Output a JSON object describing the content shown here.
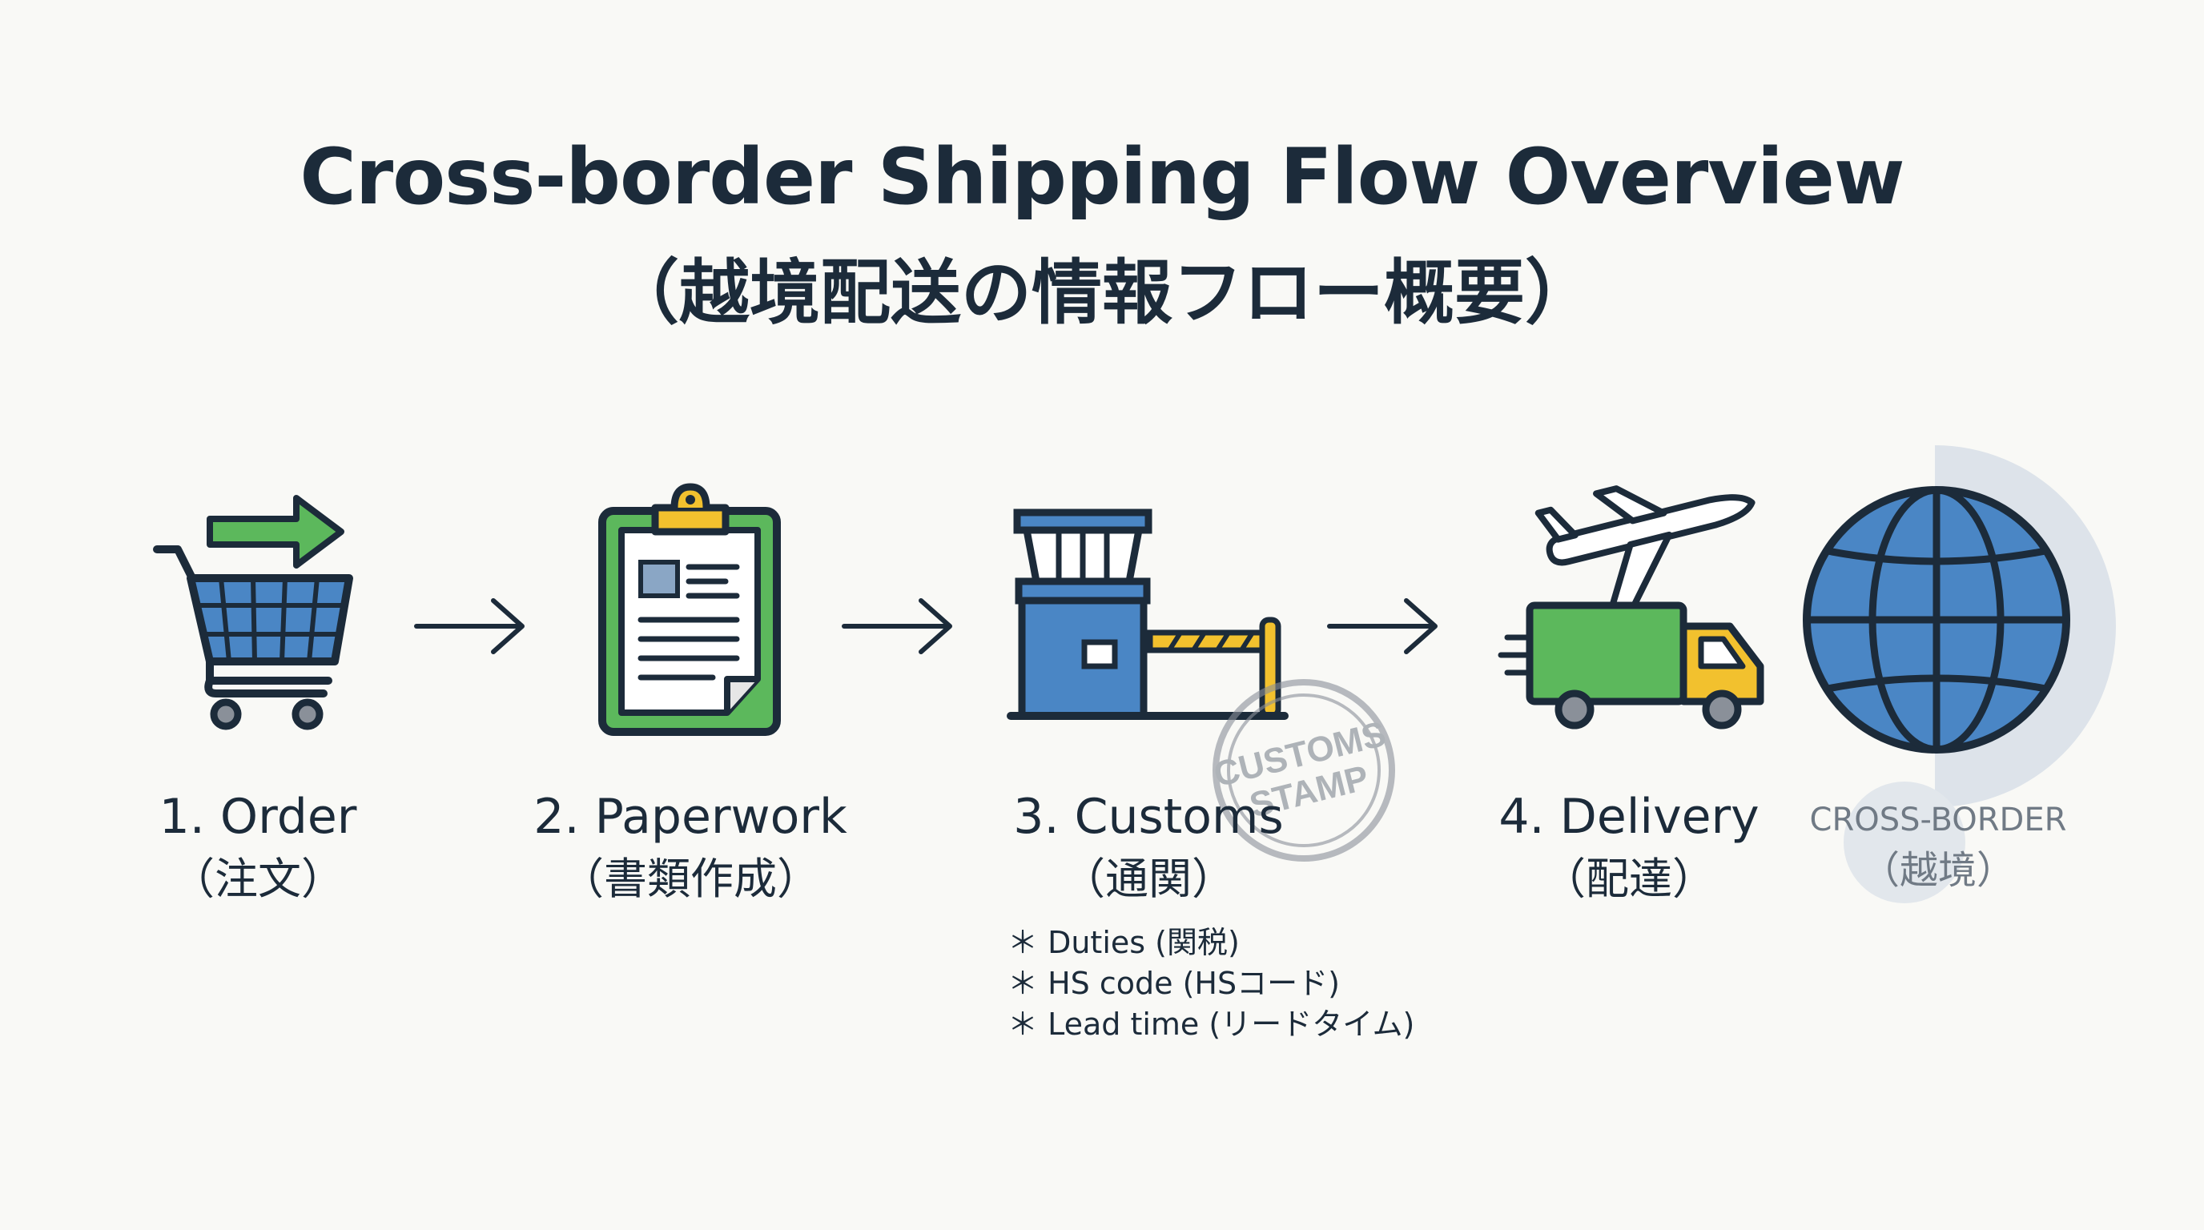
{
  "title": {
    "en": "Cross-border Shipping Flow Overview",
    "ja": "（越境配送の情報フロー概要）"
  },
  "steps": [
    {
      "name": "1. Order",
      "name_ja": "（注文）",
      "icon": "shopping-cart-icon"
    },
    {
      "name": "2. Paperwork",
      "name_ja": "（書類作成）",
      "icon": "clipboard-document-icon"
    },
    {
      "name": "3. Customs",
      "name_ja": "（通関）",
      "icon": "customs-booth-icon"
    },
    {
      "name": "4. Delivery",
      "name_ja": "（配達）",
      "icon": "truck-airplane-icon"
    }
  ],
  "customs_notes": [
    "＊ Duties (関税)",
    "＊ HS code (HSコード)",
    "＊ Lead time (リードタイム)"
  ],
  "stamp": {
    "line1": "CUSTOMS",
    "line2": "STAMP"
  },
  "cross_border": {
    "en": "CROSS-BORDER",
    "ja": "（越境）",
    "icon": "globe-icon"
  },
  "colors": {
    "navy": "#1c2b3a",
    "blue": "#4a86c5",
    "green": "#5cb85c",
    "yellow": "#f2c12e",
    "gray": "#8a9099"
  }
}
